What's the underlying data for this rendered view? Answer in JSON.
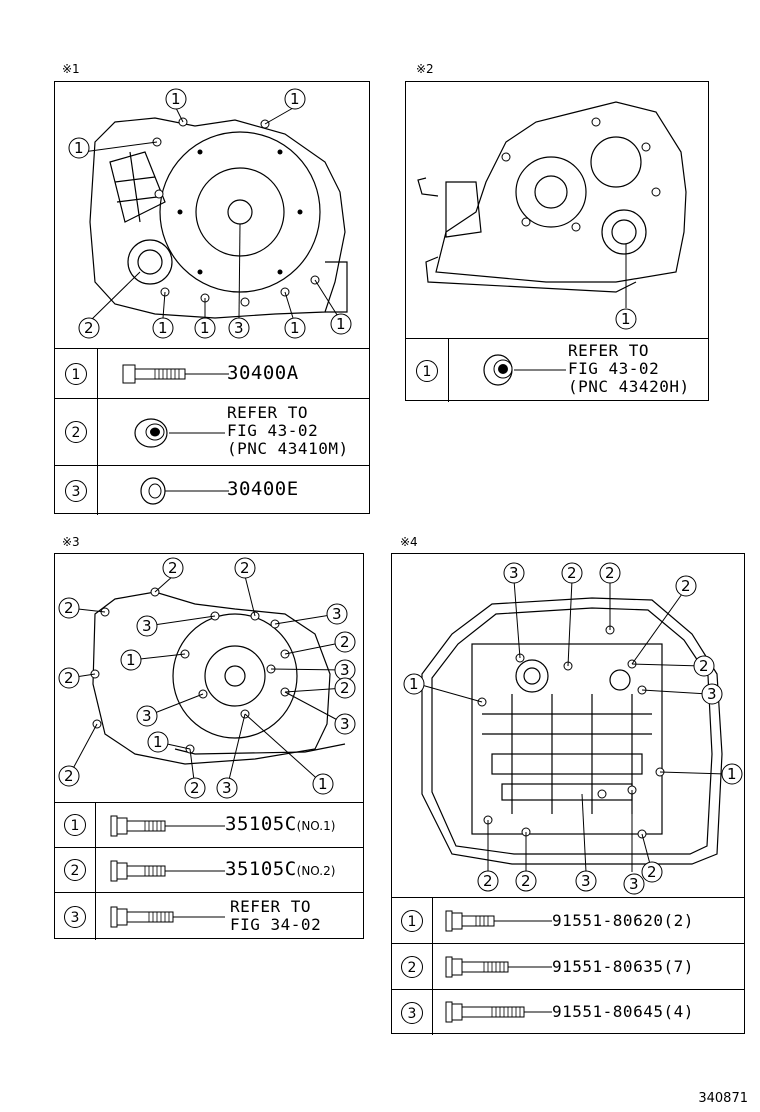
{
  "notes": [
    "※1",
    "※2",
    "※3",
    "※4"
  ],
  "callout_numbers": [
    "1",
    "2",
    "3"
  ],
  "panel1": {
    "note": "※1",
    "legend": [
      {
        "num": "1",
        "part": "30400A"
      },
      {
        "num": "2",
        "refer_lines": [
          "REFER TO",
          "FIG 43-02",
          "(PNC 43410M)"
        ]
      },
      {
        "num": "3",
        "part": "30400E"
      }
    ]
  },
  "panel2": {
    "note": "※2",
    "legend": [
      {
        "num": "1",
        "refer_lines": [
          "REFER TO",
          "FIG 43-02",
          "(PNC 43420H)"
        ]
      }
    ]
  },
  "panel3": {
    "note": "※3",
    "legend": [
      {
        "num": "1",
        "part": "35105C",
        "suffix": "(NO.1)"
      },
      {
        "num": "2",
        "part": "35105C",
        "suffix": "(NO.2)"
      },
      {
        "num": "3",
        "refer_lines": [
          "REFER TO",
          "FIG 34-02"
        ]
      }
    ]
  },
  "panel4": {
    "note": "※4",
    "legend": [
      {
        "num": "1",
        "part": "91551-80620(2)"
      },
      {
        "num": "2",
        "part": "91551-80635(7)"
      },
      {
        "num": "3",
        "part": "91551-80645(4)"
      }
    ]
  },
  "footer_code": "340871"
}
